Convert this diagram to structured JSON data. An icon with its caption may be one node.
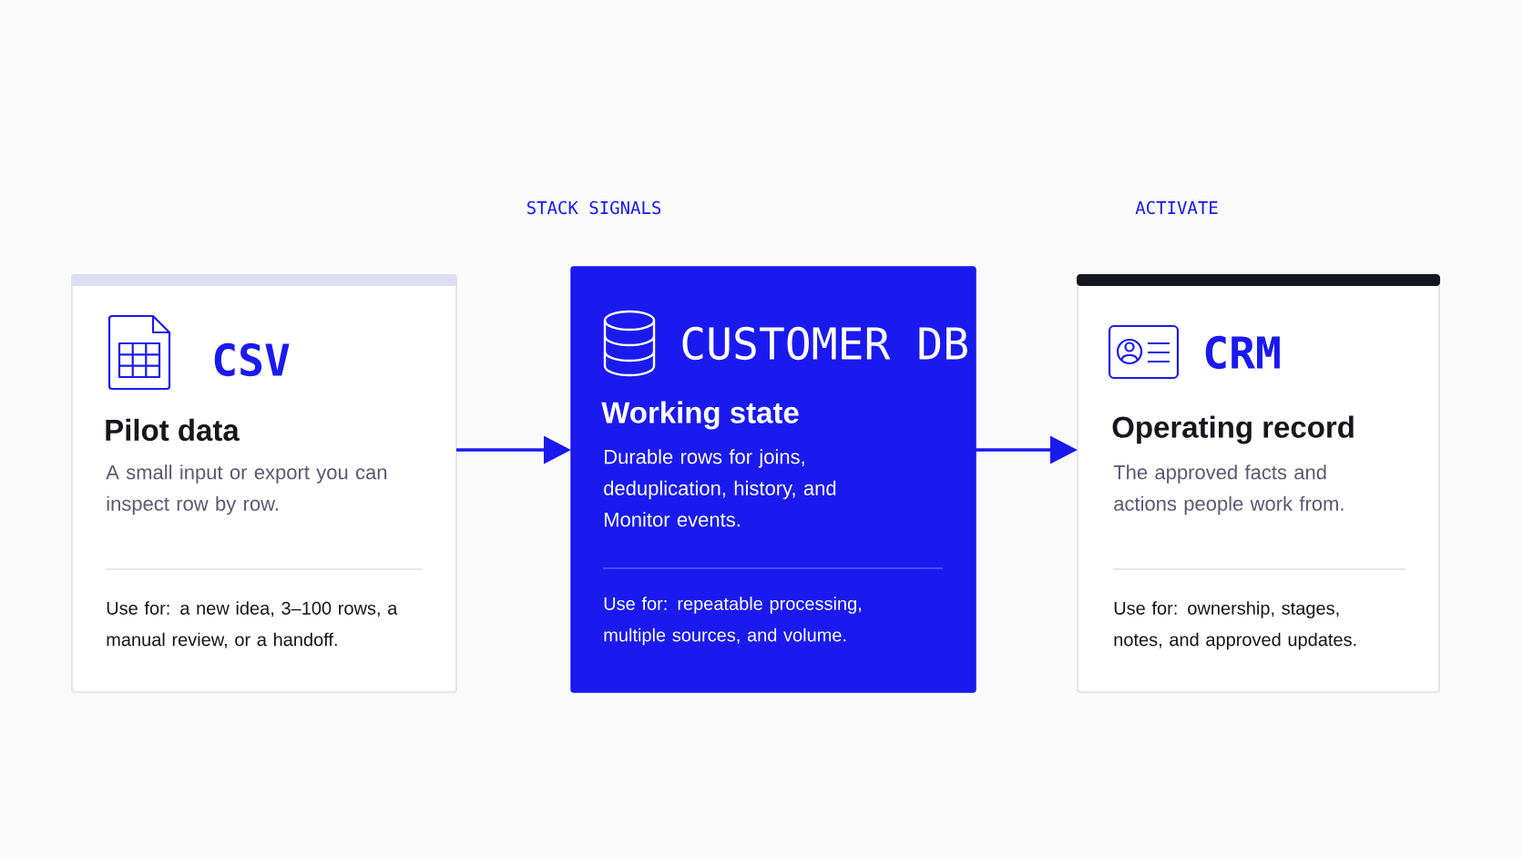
{
  "diagram": {
    "nodes": [
      {
        "text": [
          "CSV",
          "Pilot data",
          "A small input or export you can inspect row by row.",
          "Use for: a new idea, 3–100 rows, a manual review, or a handoff."
        ]
      },
      {
        "text": [
          "CUSTOMER DB",
          "Working state",
          "Durable rows for joins, deduplication, history, and Monitor events.",
          "Use for: repeatable processing, multiple sources, and volume."
        ]
      },
      {
        "text": [
          "CRM",
          "Operating record",
          "The approved facts and actions people work from.",
          "Use for: ownership, stages, notes, and approved updates."
        ]
      }
    ],
    "edges": [
      {
        "from": 0,
        "to": 1,
        "arrow": "to"
      },
      {
        "from": 1,
        "to": 2,
        "arrow": "to"
      }
    ],
    "labels": [
      "STACK SIGNALS",
      "ACTIVATE"
    ]
  }
}
